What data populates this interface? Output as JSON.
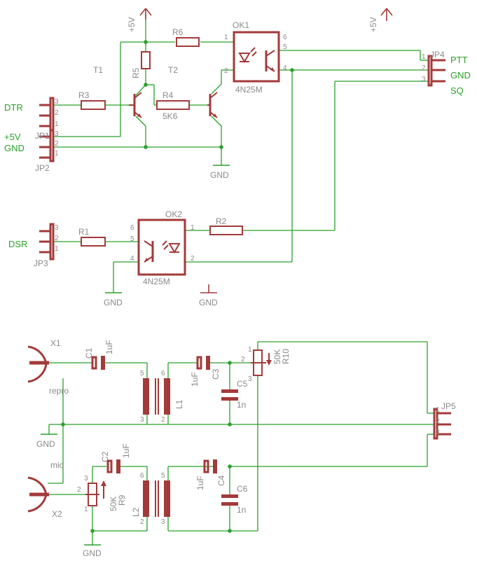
{
  "labels": {
    "vcc1": "+5V",
    "vcc2": "+5V",
    "r6": "R6",
    "ok1": "OK1",
    "t1": "T1",
    "t2": "T2",
    "r5": "R5",
    "r4": "R4",
    "r4_val": "5K6",
    "ok1_part": "4N25M",
    "jp4": "JP4",
    "ptt": "PTT",
    "gnd_jp4": "GND",
    "sq": "SQ",
    "dtr": "DTR",
    "r3": "R3",
    "plus5v": "+5V",
    "gnd_left": "GND",
    "jp1": "JP1",
    "jp2": "JP2",
    "gnd_t2": "GND",
    "ok2": "OK2",
    "r2": "R2",
    "dsr": "DSR",
    "r1": "R1",
    "jp3": "JP3",
    "ok2_part": "4N25M",
    "gnd_ok2": "GND",
    "gnd_extra": "GND",
    "x1": "X1",
    "c1": "C1",
    "c1_val": "1uF",
    "repro": "repro",
    "gnd_mid": "GND",
    "c3": "C3",
    "c3_val": "1uF",
    "c5": "C5",
    "c5_val": "1n",
    "l1": "L1",
    "r10": "R10",
    "r10_val": "50K",
    "jp5": "JP5",
    "mic": "mic",
    "c2": "C2",
    "c2_val": "1uF",
    "r9": "R9",
    "r9_val": "50K",
    "x2": "X2",
    "l2": "L2",
    "c4": "C4",
    "c4_val": "1uF",
    "c6": "C6",
    "c6_val": "1n",
    "gnd_bottom": "GND"
  },
  "pins": {
    "n1": "1",
    "n2": "2",
    "n3": "3",
    "n4": "4",
    "n5": "5",
    "n6": "6"
  },
  "colors": {
    "wire": "#2aa02a",
    "part": "#a33a3a",
    "label": "#8a8a8a",
    "net_label": "#2aa02a"
  }
}
